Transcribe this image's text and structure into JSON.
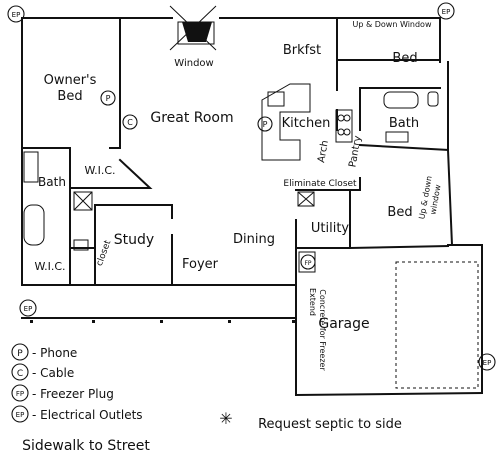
{
  "rooms": {
    "owners_bed": [
      "Owner's",
      "Bed"
    ],
    "great_room": "Great Room",
    "brkfst": "Brkfst",
    "kitchen": "Kitchen",
    "bed_top": "Bed",
    "bath_right": "Bath",
    "bed_right": "Bed",
    "bath_left": "Bath",
    "wic_top": "W.I.C.",
    "wic_bottom": "W.I.C.",
    "study": "Study",
    "closet": "closet",
    "foyer": "Foyer",
    "dining": "Dining",
    "utility": "Utility",
    "garage": "Garage",
    "arch": "Arch",
    "pantry": "Pantry"
  },
  "annotations": {
    "window": "Window",
    "up_down_window_top": "Up & Down Window",
    "up_down_window_side": [
      "Up & down",
      "window"
    ],
    "eliminate_closet": "Eliminate Closet",
    "extend_concrete": [
      "Extend",
      "Concrete for Freezer"
    ],
    "septic": "Request septic to side",
    "sidewalk": "Sidewalk to Street"
  },
  "outlet_symbols": {
    "phone": "P",
    "cable": "C",
    "freezer": "FP",
    "electrical": "EP"
  },
  "legend": [
    {
      "symbol": "P",
      "label": "- Phone"
    },
    {
      "symbol": "C",
      "label": "- Cable"
    },
    {
      "symbol": "FP",
      "label": "- Freezer Plug"
    },
    {
      "symbol": "EP",
      "label": "- Electrical Outlets"
    }
  ]
}
